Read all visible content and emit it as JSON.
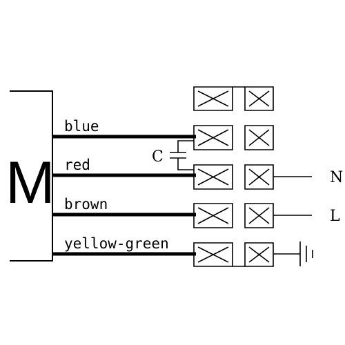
{
  "motor": {
    "label": "M"
  },
  "wires": [
    {
      "label": "blue"
    },
    {
      "label": "red"
    },
    {
      "label": "brown"
    },
    {
      "label": "yellow-green"
    }
  ],
  "capacitor": {
    "label": "C"
  },
  "terminals": {
    "neutral": "N",
    "line": "L"
  },
  "terminal_block": {
    "rows": 5,
    "columns": 2
  },
  "colors": {
    "line": "#000000",
    "background": "#ffffff"
  }
}
